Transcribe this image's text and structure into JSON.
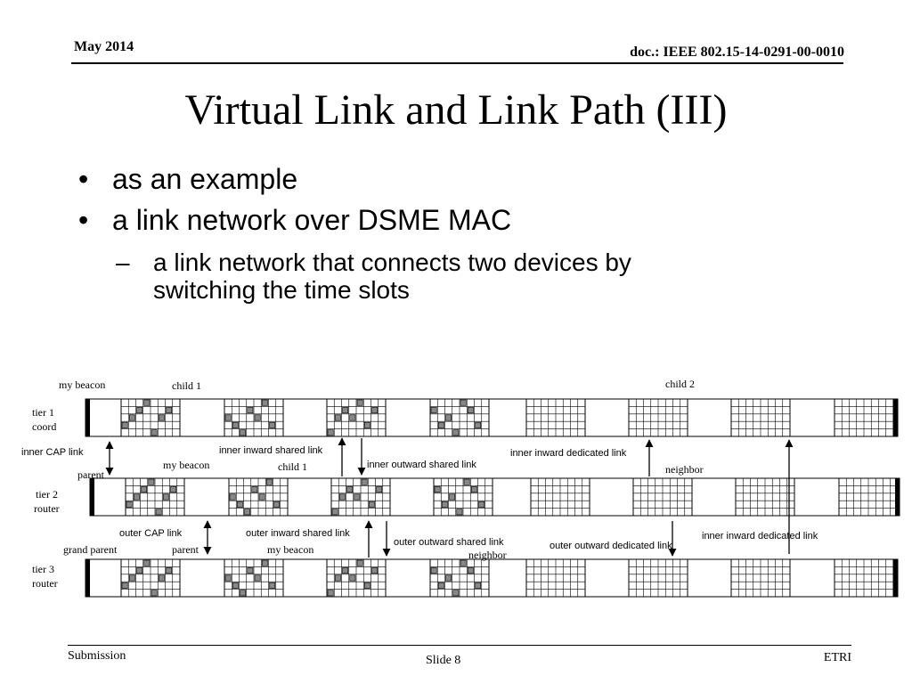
{
  "header": {
    "date": "May 2014",
    "doc_id": "doc.: IEEE 802.15-14-0291-00-0010"
  },
  "title": "Virtual Link and Link Path (III)",
  "bullets": [
    "as an example",
    "a link network over DSME MAC"
  ],
  "sub_bullet": {
    "line1": "a link network that connects two devices by",
    "line2": "switching the time slots"
  },
  "diagram": {
    "tiers": [
      {
        "line1": "tier 1",
        "line2": "coord"
      },
      {
        "line1": "tier 2",
        "line2": "router"
      },
      {
        "line1": "tier 3",
        "line2": "router"
      }
    ],
    "labels": {
      "t1_my_beacon": "my beacon",
      "t1_child1": "child 1",
      "t1_child2": "child 2",
      "inner_cap_link": "inner  CAP link",
      "parent_t2": "parent",
      "t2_my_beacon": "my beacon",
      "inner_inward_shared_top": "inner inward shared link",
      "t2_child1": "child 1",
      "inner_outward_shared": "inner outward shared link",
      "inner_inward_dedicated_top": "inner inward dedicated link",
      "neighbor_t2": "neighbor",
      "outer_cap_link": "outer CAP link",
      "outer_inward_shared": "outer inward shared link",
      "outer_outward_shared": "outer outward shared link",
      "outer_outward_dedicated": "outer outward dedicated link",
      "inner_inward_dedicated_bottom": "inner inward dedicated link",
      "grand_parent": "grand parent",
      "parent_t3": "parent",
      "t3_my_beacon": "my beacon",
      "neighbor_t3": "neighbor"
    }
  },
  "footer": {
    "left": "Submission",
    "center": "Slide 8",
    "right": "ETRI"
  }
}
